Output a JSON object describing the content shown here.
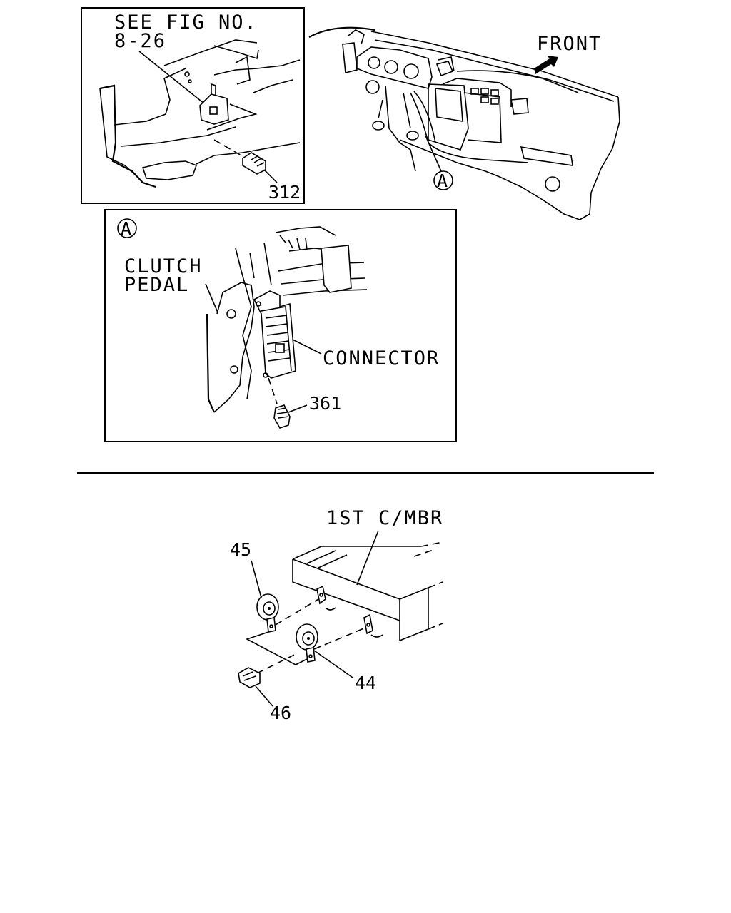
{
  "inset_top": {
    "reference_line1": "SEE FIG NO.",
    "reference_line2": "8-26",
    "callout_bolt": "312"
  },
  "main_view": {
    "direction_label": "FRONT",
    "detail_marker": "A"
  },
  "detail_a": {
    "marker": "A",
    "clutch_line1": "CLUTCH",
    "clutch_line2": "PEDAL",
    "connector_label": "CONNECTOR",
    "callout_bolt": "361"
  },
  "horn_view": {
    "crossmember_label": "1ST C/MBR",
    "callout_horn_upper": "45",
    "callout_horn_lower": "44",
    "callout_bolt": "46"
  }
}
